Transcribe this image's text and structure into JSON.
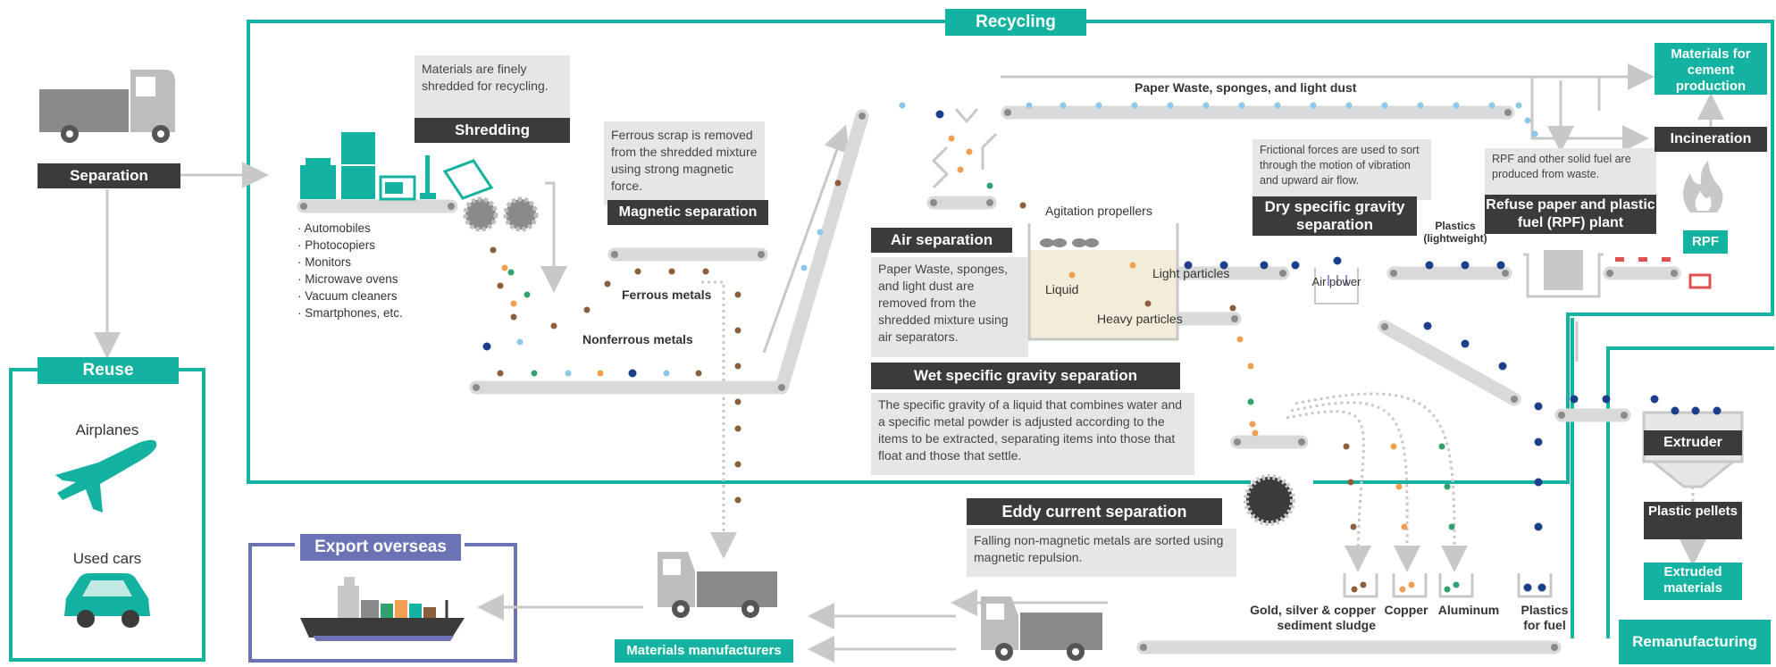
{
  "recycling": {
    "title": "Recycling"
  },
  "separation": {
    "label": "Separation"
  },
  "reuse": {
    "title": "Reuse",
    "items": [
      "Airplanes",
      "Used cars"
    ]
  },
  "shredding": {
    "note": "Materials are finely shredded for recycling.",
    "label": "Shredding",
    "items": [
      "Automobiles",
      "Photocopiers",
      "Monitors",
      "Microwave ovens",
      "Vacuum cleaners",
      "Smartphones, etc."
    ]
  },
  "magnetic": {
    "note": "Ferrous scrap is removed from the shredded mixture using strong magnetic force.",
    "label": "Magnetic separation",
    "ferrous": "Ferrous metals",
    "nonferrous": "Nonferrous metals"
  },
  "air": {
    "label": "Air separation",
    "note": "Paper Waste, sponges, and light dust are removed from the shredded mixture using air separators.",
    "top_label": "Paper Waste, sponges, and light dust"
  },
  "wet": {
    "agitation": "Agitation propellers",
    "liquid": "Liquid",
    "light": "Light particles",
    "heavy": "Heavy particles",
    "label": "Wet specific gravity separation",
    "note": "The specific gravity of a liquid that combines water and a specific metal powder is adjusted according to the items to be extracted, separating items into those that float and those that settle."
  },
  "dry": {
    "note": "Frictional forces are used to sort through the motion of vibration and upward air flow.",
    "label": "Dry specific gravity separation",
    "air_power": "Air power",
    "plastics_light": "Plastics (lightweight)"
  },
  "rpf": {
    "note": "RPF and other solid fuel are produced from waste.",
    "label": "Refuse paper and plastic fuel (RPF) plant",
    "badge": "RPF"
  },
  "cement": {
    "label": "Materials for cement production"
  },
  "incineration": {
    "label": "Incineration"
  },
  "eddy": {
    "label": "Eddy current separation",
    "note": "Falling non-magnetic metals are sorted using magnetic repulsion.",
    "bins": [
      "Gold, silver & copper sediment sludge",
      "Copper",
      "Aluminum",
      "Plastics for fuel"
    ]
  },
  "remanufacturing": {
    "extruder": "Extruder",
    "pellets": "Plastic pellets",
    "extruded": "Extruded materials",
    "title": "Remanufacturing"
  },
  "export": {
    "title": "Export overseas"
  },
  "manufacturers": {
    "label": "Materials manufacturers"
  },
  "colors": {
    "teal": "#14b2a0",
    "dark": "#3b3b3b",
    "grey": "#e6e6e6",
    "belt": "#d9d9d9",
    "navy": "#6b73b5",
    "orange": "#f0a050",
    "brown": "#8b5e3c",
    "blue": "#1b3f8b",
    "lightblue": "#8cc8e8",
    "green": "#2fa36b"
  }
}
